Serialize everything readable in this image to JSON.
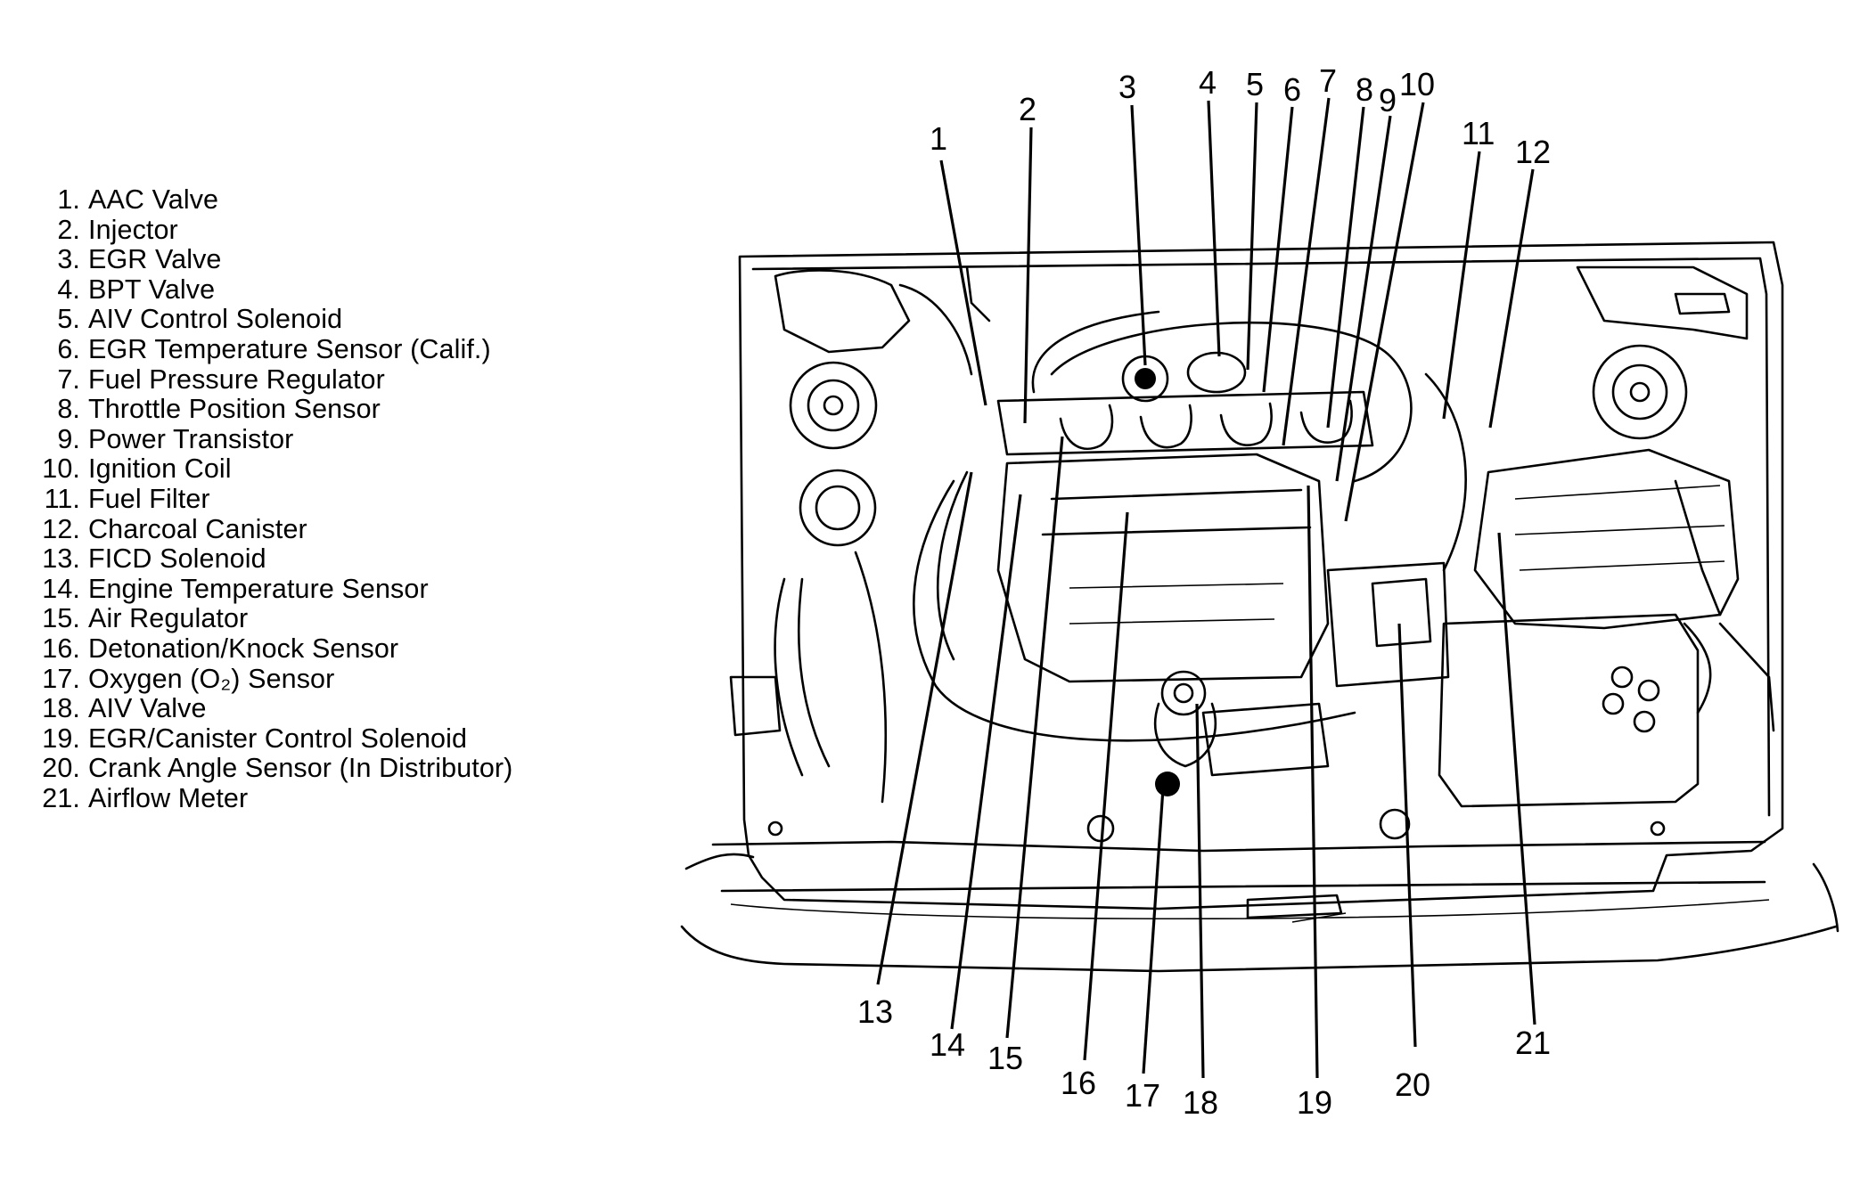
{
  "legend": {
    "items": [
      {
        "num": "1.",
        "label": "AAC Valve"
      },
      {
        "num": "2.",
        "label": "Injector"
      },
      {
        "num": "3.",
        "label": "EGR Valve"
      },
      {
        "num": "4.",
        "label": "BPT Valve"
      },
      {
        "num": "5.",
        "label": "AIV Control Solenoid"
      },
      {
        "num": "6.",
        "label": "EGR Temperature Sensor (Calif.)"
      },
      {
        "num": "7.",
        "label": "Fuel Pressure Regulator"
      },
      {
        "num": "8.",
        "label": "Throttle Position Sensor"
      },
      {
        "num": "9.",
        "label": "Power Transistor"
      },
      {
        "num": "10.",
        "label": "Ignition Coil"
      },
      {
        "num": "11.",
        "label": "Fuel Filter"
      },
      {
        "num": "12.",
        "label": "Charcoal Canister"
      },
      {
        "num": "13.",
        "label": "FICD Solenoid"
      },
      {
        "num": "14.",
        "label": "Engine Temperature Sensor"
      },
      {
        "num": "15.",
        "label": "Air Regulator"
      },
      {
        "num": "16.",
        "label": "Detonation/Knock Sensor"
      },
      {
        "num": "17.",
        "label": "Oxygen (O₂) Sensor"
      },
      {
        "num": "18.",
        "label": "AIV Valve"
      },
      {
        "num": "19.",
        "label": "EGR/Canister Control Solenoid"
      },
      {
        "num": "20.",
        "label": "Crank Angle Sensor (In Distributor)"
      },
      {
        "num": "21.",
        "label": "Airflow Meter"
      }
    ]
  },
  "callouts": [
    "1",
    "2",
    "3",
    "4",
    "5",
    "6",
    "7",
    "8",
    "9",
    "10",
    "11",
    "12",
    "13",
    "14",
    "15",
    "16",
    "17",
    "18",
    "19",
    "20",
    "21"
  ]
}
